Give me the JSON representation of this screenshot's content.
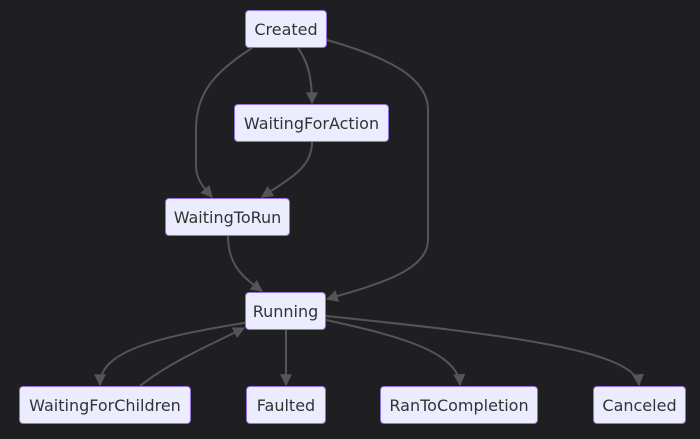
{
  "diagram": {
    "type": "state",
    "colors": {
      "background": "#1f1f21",
      "node_fill": "#ececff",
      "node_border": "#9370db",
      "node_text": "#333333",
      "edge": "#555558"
    },
    "nodes": {
      "created": "Created",
      "waiting_for_action": "WaitingForAction",
      "waiting_to_run": "WaitingToRun",
      "running": "Running",
      "waiting_for_children": "WaitingForChildren",
      "faulted": "Faulted",
      "ran_to_completion": "RanToCompletion",
      "canceled": "Canceled"
    },
    "edges": [
      {
        "from": "Created",
        "to": "WaitingForAction"
      },
      {
        "from": "Created",
        "to": "WaitingToRun"
      },
      {
        "from": "Created",
        "to": "Running"
      },
      {
        "from": "WaitingForAction",
        "to": "WaitingToRun"
      },
      {
        "from": "WaitingToRun",
        "to": "Running"
      },
      {
        "from": "Running",
        "to": "WaitingForChildren"
      },
      {
        "from": "WaitingForChildren",
        "to": "Running"
      },
      {
        "from": "Running",
        "to": "Faulted"
      },
      {
        "from": "Running",
        "to": "RanToCompletion"
      },
      {
        "from": "Running",
        "to": "Canceled"
      }
    ]
  }
}
